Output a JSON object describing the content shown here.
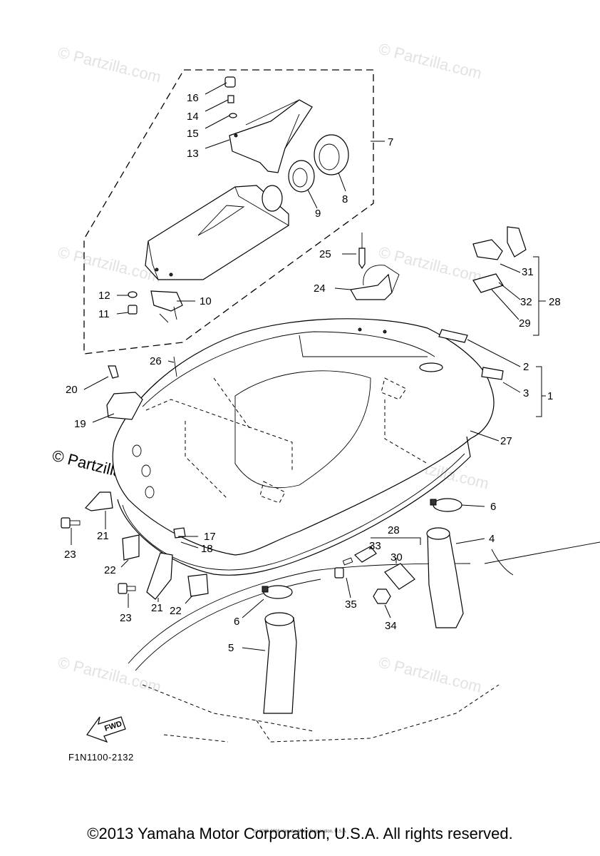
{
  "diagram": {
    "reference_code": "F1N1100-2132",
    "fwd_label": "FWD",
    "copyright": "©2013 Yamaha Motor Corporation, U.S.A. All rights reserved.",
    "small_copyright": "(c) 2005-2016 Yamaha Motor Corporation, U.S.A.",
    "watermark_text": "© Partzilla.com",
    "callouts": [
      {
        "id": "c1",
        "label": "1"
      },
      {
        "id": "c2",
        "label": "2"
      },
      {
        "id": "c3",
        "label": "3"
      },
      {
        "id": "c4",
        "label": "4"
      },
      {
        "id": "c5",
        "label": "5"
      },
      {
        "id": "c6a",
        "label": "6"
      },
      {
        "id": "c6b",
        "label": "6"
      },
      {
        "id": "c7",
        "label": "7"
      },
      {
        "id": "c8",
        "label": "8"
      },
      {
        "id": "c9",
        "label": "9"
      },
      {
        "id": "c10",
        "label": "10"
      },
      {
        "id": "c11",
        "label": "11"
      },
      {
        "id": "c12",
        "label": "12"
      },
      {
        "id": "c13",
        "label": "13"
      },
      {
        "id": "c14",
        "label": "14"
      },
      {
        "id": "c15",
        "label": "15"
      },
      {
        "id": "c16",
        "label": "16"
      },
      {
        "id": "c17",
        "label": "17"
      },
      {
        "id": "c18",
        "label": "18"
      },
      {
        "id": "c19",
        "label": "19"
      },
      {
        "id": "c20",
        "label": "20"
      },
      {
        "id": "c21a",
        "label": "21"
      },
      {
        "id": "c21b",
        "label": "21"
      },
      {
        "id": "c22a",
        "label": "22"
      },
      {
        "id": "c22b",
        "label": "22"
      },
      {
        "id": "c23a",
        "label": "23"
      },
      {
        "id": "c23b",
        "label": "23"
      },
      {
        "id": "c24",
        "label": "24"
      },
      {
        "id": "c25",
        "label": "25"
      },
      {
        "id": "c26",
        "label": "26"
      },
      {
        "id": "c27",
        "label": "27"
      },
      {
        "id": "c28a",
        "label": "28"
      },
      {
        "id": "c28b",
        "label": "28"
      },
      {
        "id": "c29",
        "label": "29"
      },
      {
        "id": "c30",
        "label": "30"
      },
      {
        "id": "c31",
        "label": "31"
      },
      {
        "id": "c32",
        "label": "32"
      },
      {
        "id": "c33",
        "label": "33"
      },
      {
        "id": "c34",
        "label": "34"
      },
      {
        "id": "c35",
        "label": "35"
      }
    ]
  }
}
